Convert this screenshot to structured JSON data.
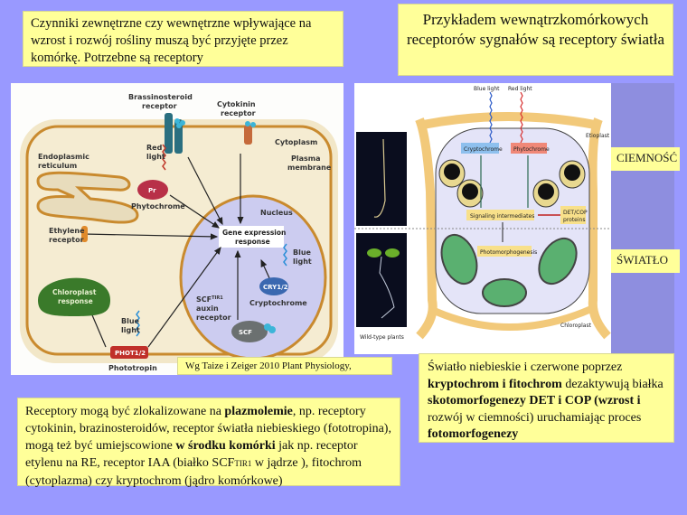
{
  "intro_box": {
    "text": "Czynniki zewnętrzne czy wewnętrzne wpływające na wzrost i rozwój rośliny muszą być przyjęte przez komórkę. Potrzebne są receptory"
  },
  "title_box": {
    "text": "Przykładem wewnątrzkomórkowych receptorów sygnałów są receptory światła"
  },
  "left_figure": {
    "labels": {
      "brassinosteroid": "Brassinosteroid",
      "brassinosteroid2": "receptor",
      "cytokinin": "Cytokinin",
      "cytokinin2": "receptor",
      "cytoplasm": "Cytoplasm",
      "plasma": "Plasma",
      "membrane": "membrane",
      "er1": "Endoplasmic",
      "er2": "reticulum",
      "red1": "Red",
      "red2": "light",
      "pr": "Pr",
      "phytochrome": "Phytochrome",
      "nucleus": "Nucleus",
      "gene1": "Gene expression",
      "gene2": "response",
      "ethylene1": "Ethylene",
      "ethylene2": "receptor",
      "blue1": "Blue",
      "blue2": "light",
      "cry": "CRY1/2",
      "cryptochrome": "Cryptochrome",
      "scf1": "SCF",
      "scf_sup": "TIR1",
      "auxin1": "auxin",
      "auxin2": "receptor",
      "scf_oval": "SCF",
      "chloro1": "Chloroplast",
      "chloro2": "response",
      "blue_b1": "Blue",
      "blue_b2": "light",
      "phot": "PHOT1/2",
      "phototropin": "Phototropin"
    }
  },
  "citation": {
    "text": "Wg Taize i  Zeiger  2010 Plant Physiology,"
  },
  "right_figure": {
    "labels": {
      "blue_light": "Blue light",
      "red_light": "Red light",
      "etioplast": "Etioplast",
      "cryptochrome": "Cryptochrome",
      "phytochrome": "Phytochrome",
      "signaling": "Signaling intermediates",
      "detcop1": "DET/COP",
      "detcop2": "proteins",
      "photomorph": "Photomorphogenesis",
      "chloroplast": "Chloroplast",
      "wild_type": "Wild-type plants"
    },
    "tags": {
      "dark": "CIEMNOŚĆ",
      "light": "ŚWIATŁO"
    }
  },
  "receptors_box": {
    "p1": "Receptory mogą być zlokalizowane na ",
    "b1": "plazmolemie",
    "p2": ", np.  receptory cytokinin, brazinosteroidów, receptor światła niebieskiego (fototropina), mogą też być umiejscowione ",
    "b2": "w środku komórki",
    "p3": " jak np. receptor etylenu na RE, receptor IAA (białko SCF",
    "sub": "TIR1",
    "p4": " w jądrze ), fitochrom (cytoplazma) czy kryptochrom (jądro komórkowe)"
  },
  "light_box": {
    "p1": "Światło niebieskie i czerwone poprzez ",
    "b1": "kryptochrom i fitochrom",
    "p2": " dezaktywują białka ",
    "b2": "skotomorfogenezy DET i COP (wzrost i",
    "p3": " rozwój w ciemności) uruchamiając proces ",
    "b3": "fotomorfogenezy"
  }
}
